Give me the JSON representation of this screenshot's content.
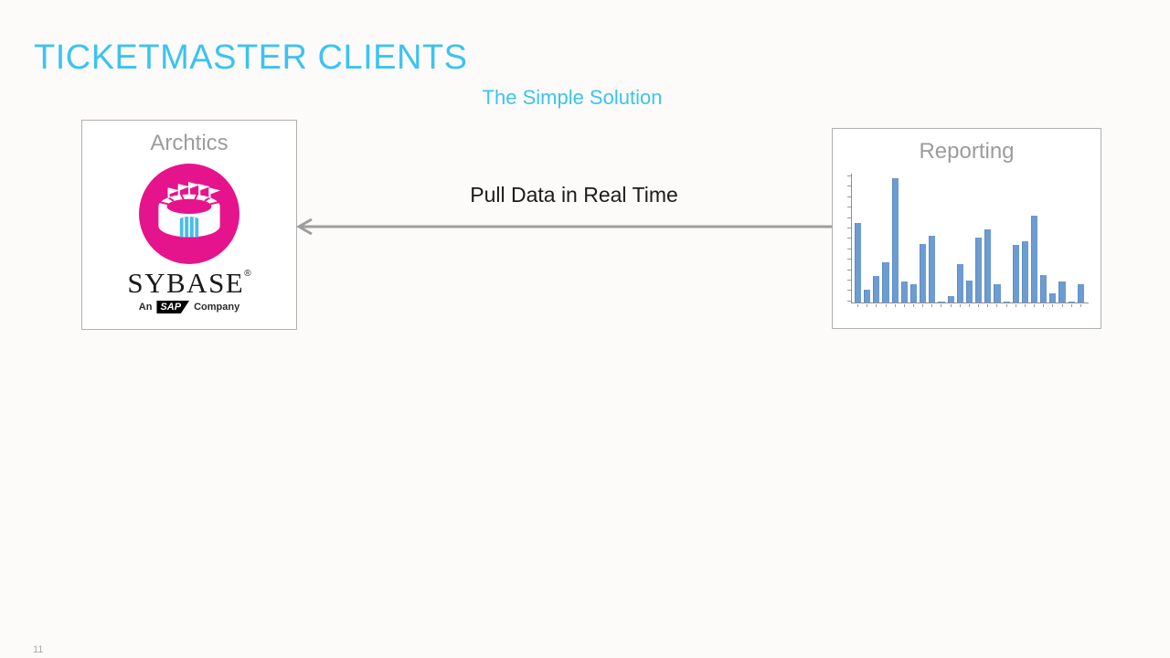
{
  "slide": {
    "title": "TICKETMASTER CLIENTS",
    "subtitle": "The Simple Solution",
    "page_number": "11"
  },
  "colors": {
    "accent_cyan": "#3CC3F0",
    "bar_blue": "#6C9CD1",
    "archtics_pink": "#E6148C",
    "gate_blue": "#49BEE8",
    "box_label_gray": "#9C9C9C",
    "arrow_gray": "#9E9E9E"
  },
  "archtics_box": {
    "label": "Archtics",
    "logo_text": "SYBASE",
    "logo_trademark": "®",
    "logo_subtext_prefix": "An",
    "logo_subtext_sap": "SAP",
    "logo_subtext_suffix": "Company"
  },
  "arrow": {
    "label": "Pull Data in Real Time",
    "direction": "right-to-left"
  },
  "reporting_box": {
    "label": "Reporting"
  },
  "chart_data": {
    "type": "bar",
    "title": "Reporting",
    "values": [
      64,
      10,
      21,
      32,
      100,
      17,
      15,
      47,
      54,
      1,
      5,
      31,
      18,
      52,
      59,
      15,
      1,
      46,
      49,
      70,
      22,
      7,
      17,
      1,
      15
    ],
    "ylim": [
      0,
      100
    ],
    "bar_color": "#6C9CD1",
    "y_tick_count": 13,
    "tick_labels_legible": false,
    "legend": "none",
    "grid": false
  }
}
